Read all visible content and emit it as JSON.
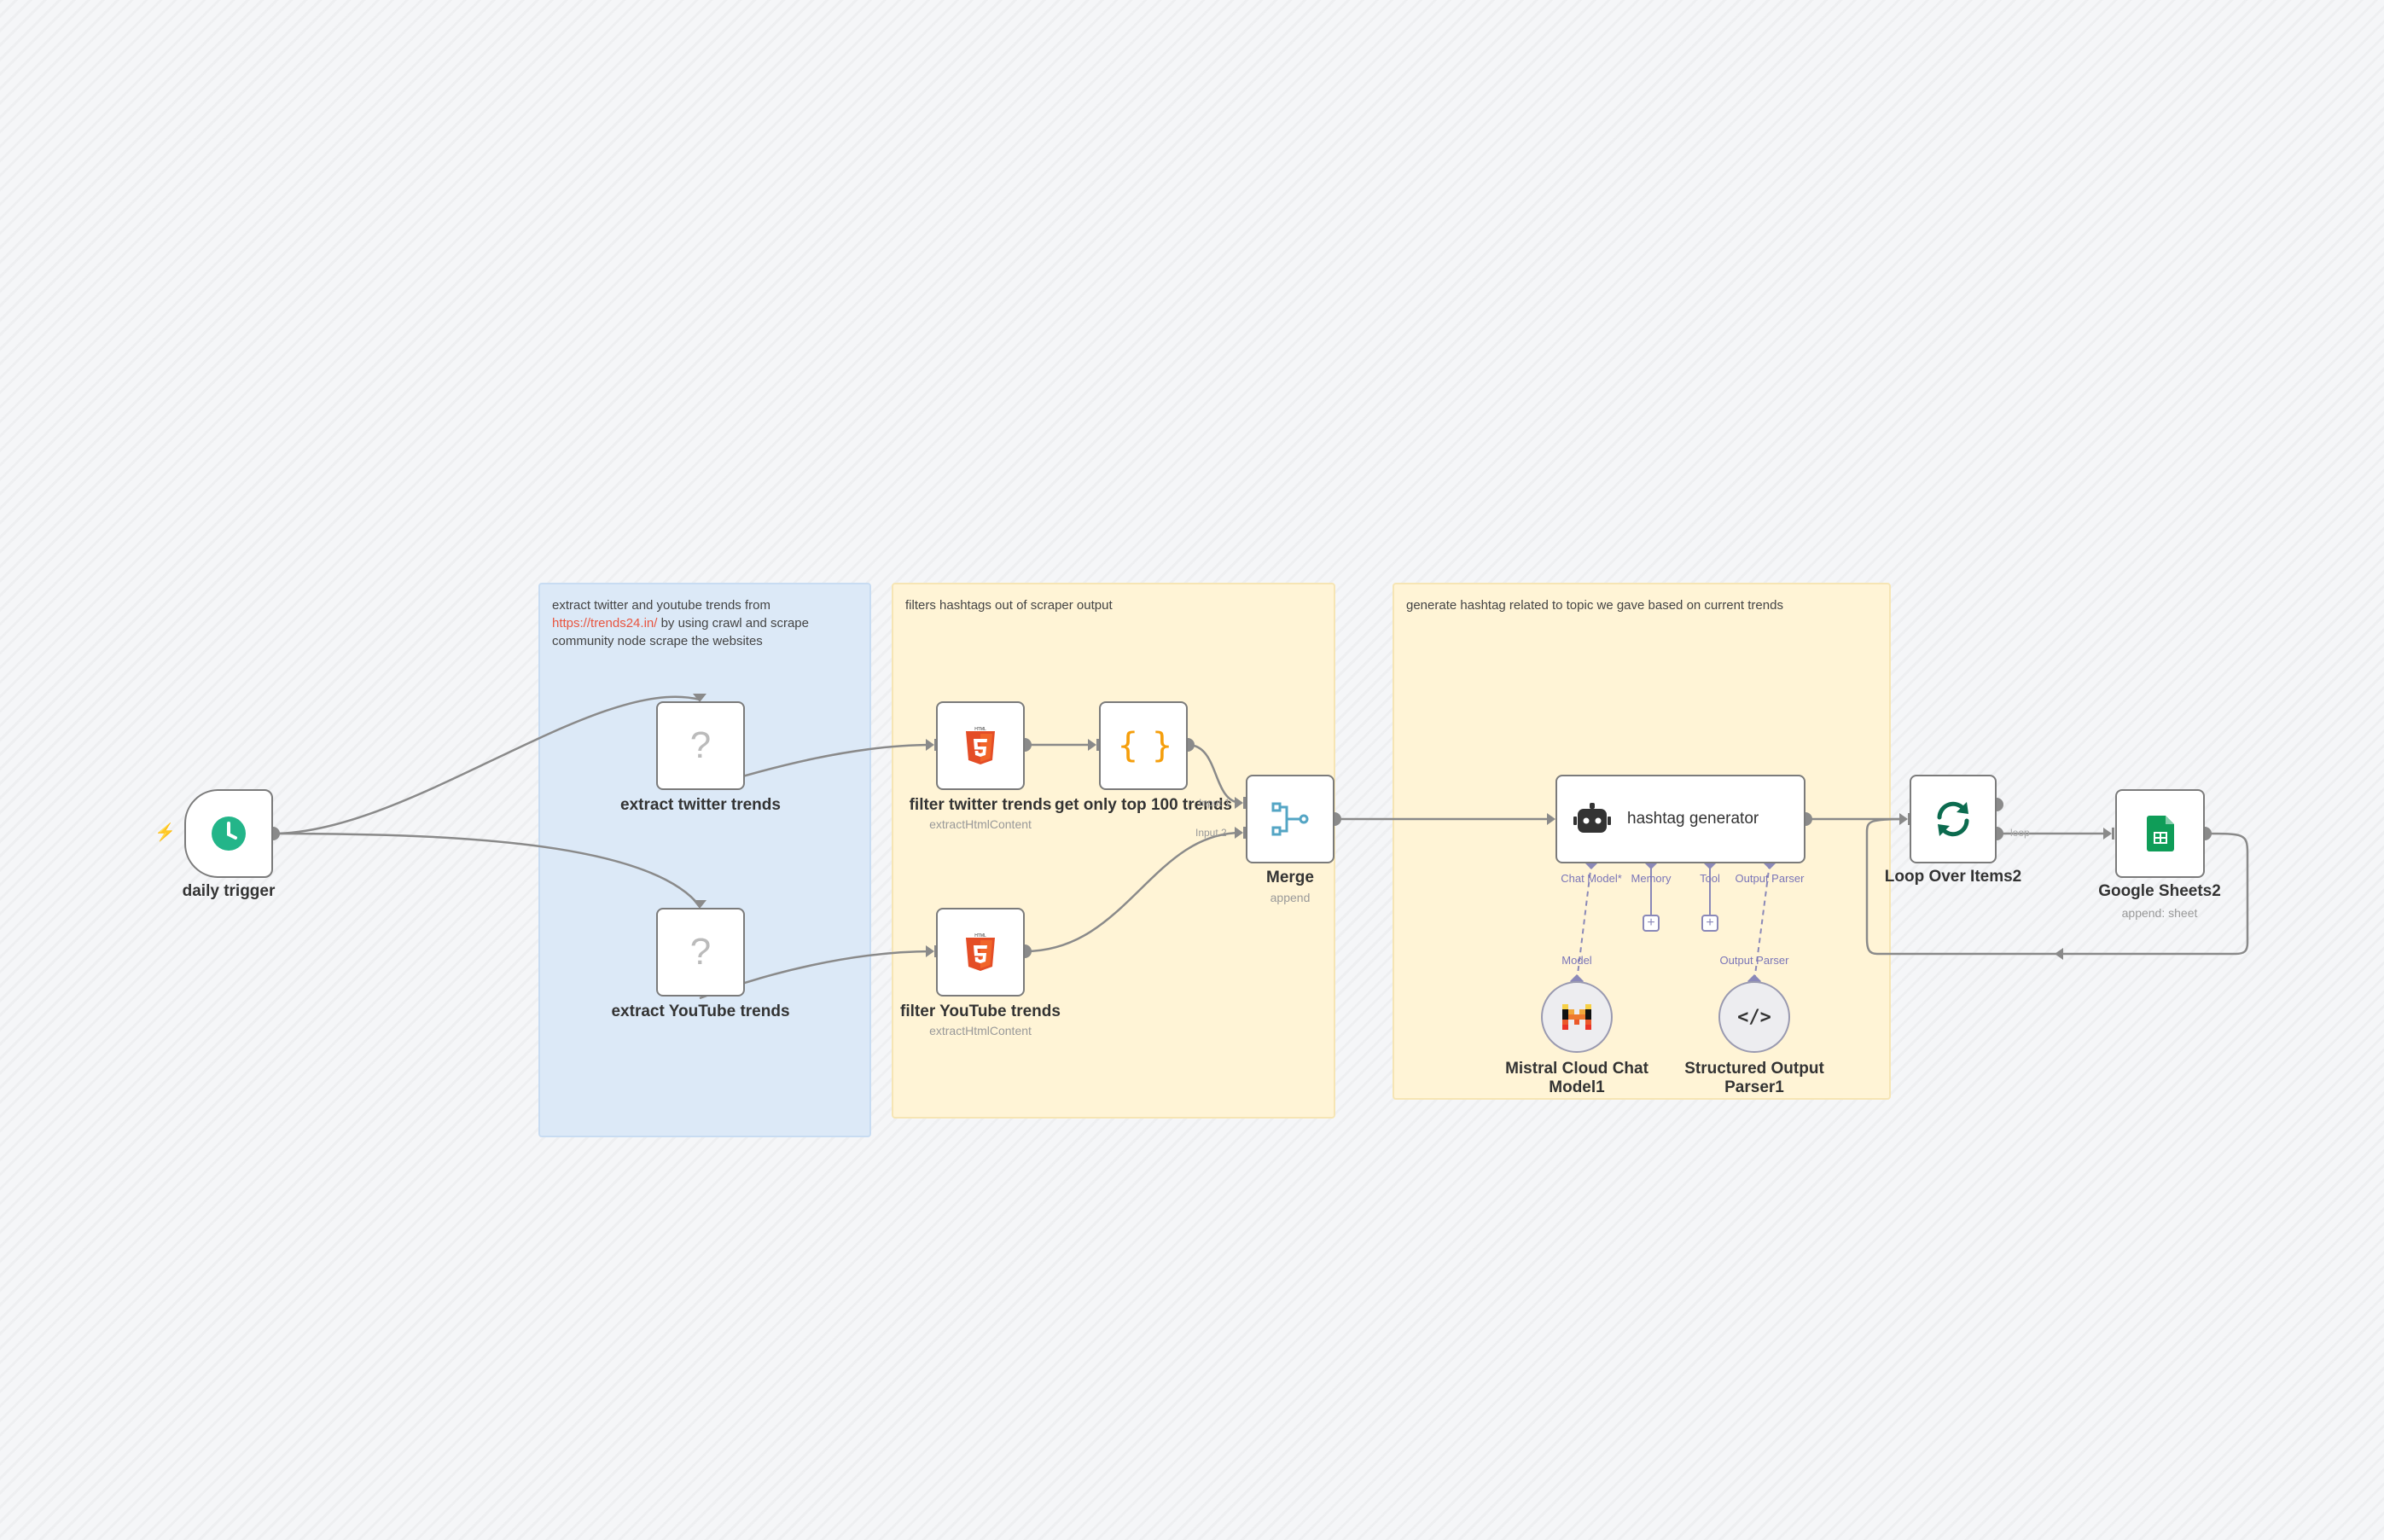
{
  "sticky_notes": {
    "extract": {
      "text_before": "extract twitter and youtube trends from",
      "link": "https://trends24.in/",
      "text_after": " by using crawl and scrape community node scrape the websites"
    },
    "filters": {
      "text": "filters hashtags out of scraper output"
    },
    "generate": {
      "text": "generate hashtag related to topic we gave based on current trends"
    }
  },
  "nodes": {
    "daily_trigger": {
      "label": "daily trigger",
      "icon": "clock-icon"
    },
    "extract_twitter": {
      "label": "extract twitter trends",
      "icon": "question-icon",
      "glyph": "?"
    },
    "extract_youtube": {
      "label": "extract YouTube trends",
      "icon": "question-icon",
      "glyph": "?"
    },
    "filter_twitter": {
      "label": "filter twitter trends",
      "sublabel": "extractHtmlContent",
      "icon": "html5-icon"
    },
    "filter_youtube": {
      "label": "filter YouTube trends",
      "sublabel": "extractHtmlContent",
      "icon": "html5-icon"
    },
    "top100": {
      "label": "get only top 100 trends",
      "icon": "code-braces-icon",
      "glyph": "{ }"
    },
    "merge": {
      "label": "Merge",
      "sublabel": "append",
      "icon": "merge-icon",
      "input1": "Input 1",
      "input2": "Input 2"
    },
    "hashtag": {
      "label": "hashtag generator",
      "icon": "robot-icon",
      "ports": {
        "chat_model": "Chat Model*",
        "memory": "Memory",
        "tool": "Tool",
        "output_parser": "Output Parser"
      }
    },
    "mistral": {
      "label": "Mistral Cloud Chat Model1",
      "port": "Model",
      "icon": "mistral-logo-icon"
    },
    "parser": {
      "label": "Structured Output Parser1",
      "port": "Output Parser",
      "icon": "code-tag-icon",
      "glyph": "</>"
    },
    "loop": {
      "label": "Loop Over Items2",
      "icon": "refresh-icon",
      "loop_port": "loop"
    },
    "sheets": {
      "label": "Google Sheets2",
      "sublabel": "append: sheet",
      "icon": "google-sheets-icon"
    }
  },
  "colors": {
    "accent_ai": "#8a88b8",
    "html5": "#e44d26",
    "trigger": "#23b589",
    "code": "#f59e0b",
    "sheets": "#0f9d58",
    "merge": "#54a5c4"
  }
}
